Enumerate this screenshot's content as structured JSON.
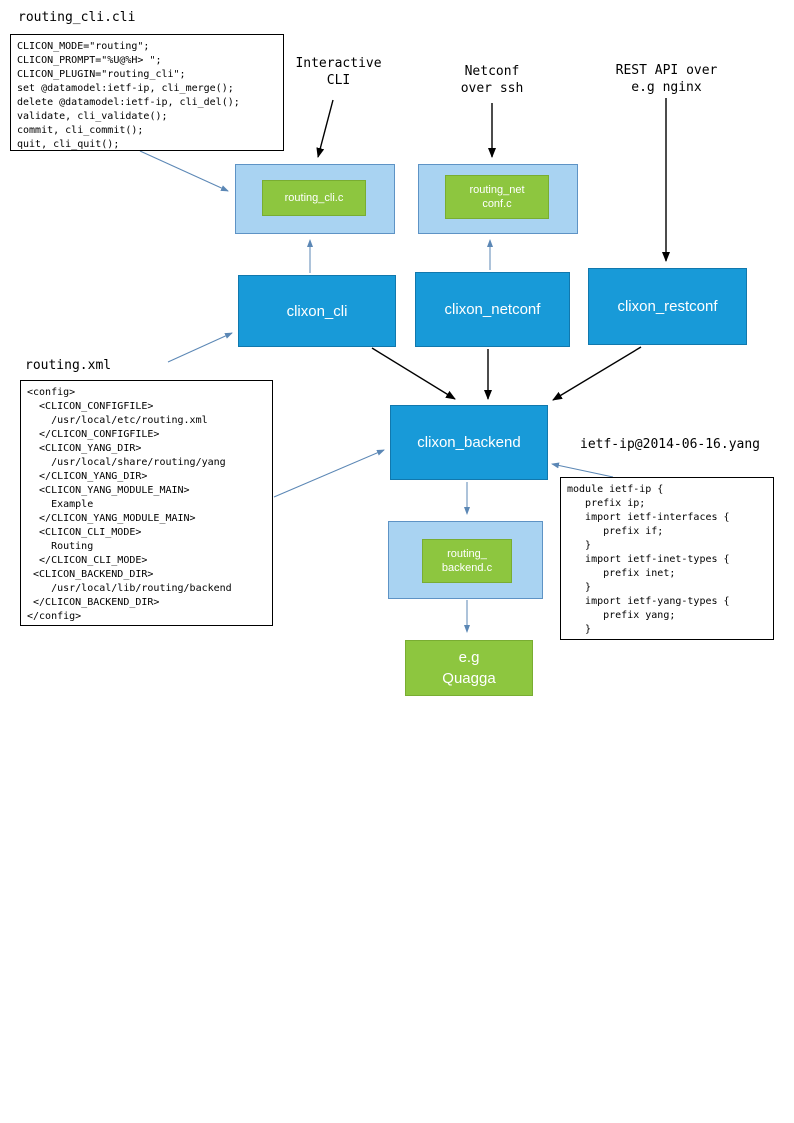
{
  "diagram": {
    "cli_file": {
      "title": "routing_cli.cli",
      "code": "CLICON_MODE=\"routing\";\nCLICON_PROMPT=\"%U@%H> \";\nCLICON_PLUGIN=\"routing_cli\";\nset @datamodel:ietf-ip, cli_merge();\ndelete @datamodel:ietf-ip, cli_del();\nvalidate, cli_validate();\ncommit, cli_commit();\nquit, cli_quit();"
    },
    "xml_file": {
      "title": "routing.xml",
      "code": "<config>\n  <CLICON_CONFIGFILE>\n    /usr/local/etc/routing.xml\n  </CLICON_CONFIGFILE>\n  <CLICON_YANG_DIR>\n    /usr/local/share/routing/yang\n  </CLICON_YANG_DIR>\n  <CLICON_YANG_MODULE_MAIN>\n    Example\n  </CLICON_YANG_MODULE_MAIN>\n  <CLICON_CLI_MODE>\n    Routing\n  </CLICON_CLI_MODE>\n <CLICON_BACKEND_DIR>\n    /usr/local/lib/routing/backend\n </CLICON_BACKEND_DIR>\n</config>"
    },
    "yang_file": {
      "title": "ietf-ip@2014-06-16.yang",
      "code": "module ietf-ip {\n   prefix ip;\n   import ietf-interfaces {\n      prefix if;\n   }\n   import ietf-inet-types {\n      prefix inet;\n   }\n   import ietf-yang-types {\n      prefix yang;\n   }"
    },
    "labels": {
      "interactive_cli": "Interactive\nCLI",
      "netconf": "Netconf\nover ssh",
      "rest_api": "REST API over\ne.g nginx"
    },
    "plugins": {
      "routing_cli_c": "routing_cli.c",
      "routing_netconf_c": "routing_net\nconf.c",
      "routing_backend_c": "routing_\nbackend.c"
    },
    "nodes": {
      "clixon_cli": "clixon_cli",
      "clixon_netconf": "clixon_netconf",
      "clixon_restconf": "clixon_restconf",
      "clixon_backend": "clixon_backend",
      "quagga": "e.g\nQuagga"
    },
    "colors": {
      "node_blue": "#189ad8",
      "container_lightblue": "#a9d3f2",
      "plugin_green": "#8dc63f",
      "arrow_blue": "#5b87b5",
      "arrow_black": "#000000"
    }
  }
}
